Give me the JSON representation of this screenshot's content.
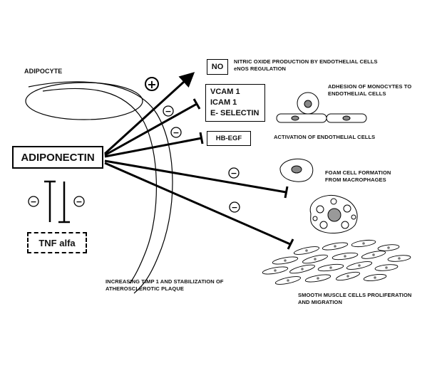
{
  "adipocyte_label": "ADIPOCYTE",
  "adiponectin_label": "ADIPONECTIN",
  "no_label": "NO",
  "adhesion_molecules": [
    "VCAM 1",
    "ICAM 1",
    "E- SELECTIN"
  ],
  "hbegf_label": "HB-EGF",
  "tnf_label": "TNF alfa",
  "plus_sign": "+",
  "minus_sign": "−",
  "effects": {
    "nitric_oxide": "NITRIC OXIDE PRODUCTION BY ENDOTHELIAL CELLS\neNOS REGULATION",
    "adhesion": "ADHESION OF MONOCYTES TO\nENDOTHELIAL CELLS",
    "activation": "ACTIVATION OF ENDOTHELIAL CELLS",
    "foam": "FOAM CELL FORMATION\nFROM MACROPHAGES",
    "timp": "INCREASING TIMP 1 AND STABILIZATION OF\nATHEROSCLEROTIC PLAQUE",
    "smooth_muscle": "SMOOTH MUSCLE CELLS PROLIFERATION\nAND MIGRATION"
  }
}
